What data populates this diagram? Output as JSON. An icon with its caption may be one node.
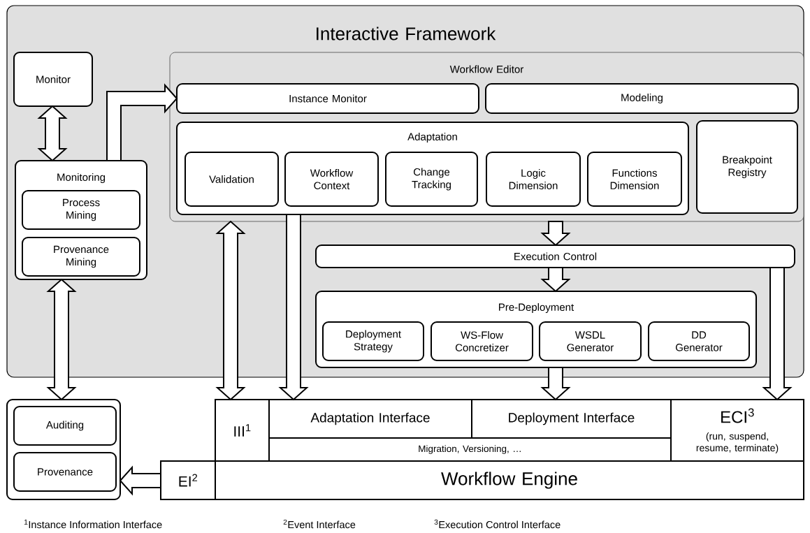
{
  "diagram": {
    "nodes": [
      {
        "text": [
          "Interactive Framework"
        ]
      },
      {
        "text": [
          "Monitor"
        ],
        "in": 0
      },
      {
        "text": [
          "Monitoring"
        ],
        "in": 0
      },
      {
        "text": [
          "Process Mining"
        ],
        "in": 2
      },
      {
        "text": [
          "Provenance Mining"
        ],
        "in": 2
      },
      {
        "text": [
          "Workflow Editor"
        ],
        "in": 0
      },
      {
        "text": [
          "Instance Monitor"
        ],
        "in": 5
      },
      {
        "text": [
          "Modeling"
        ],
        "in": 5
      },
      {
        "text": [
          "Adaptation"
        ],
        "in": 5
      },
      {
        "text": [
          "Validation"
        ],
        "in": 8
      },
      {
        "text": [
          "Workflow Context"
        ],
        "in": 8
      },
      {
        "text": [
          "Change Tracking"
        ],
        "in": 8
      },
      {
        "text": [
          "Logic Dimension"
        ],
        "in": 8
      },
      {
        "text": [
          "Functions Dimension"
        ],
        "in": 8
      },
      {
        "text": [
          "Breakpoint Registry"
        ],
        "in": 5
      },
      {
        "text": [
          "Execution Control"
        ],
        "in": 0
      },
      {
        "text": [
          "Pre-Deployment"
        ],
        "in": 0
      },
      {
        "text": [
          "Deployment Strategy"
        ],
        "in": 16
      },
      {
        "text": [
          "WS-Flow Concretizer"
        ],
        "in": 16
      },
      {
        "text": [
          "WSDL Generator"
        ],
        "in": 16
      },
      {
        "text": [
          "DD Generator"
        ],
        "in": 16
      },
      {
        "text": [],
        "shape": "box"
      },
      {
        "text": [
          "Auditing"
        ],
        "in": 21
      },
      {
        "text": [
          "Provenance"
        ],
        "in": 21
      },
      {
        "text": [
          "III$^{1}$"
        ]
      },
      {
        "text": [
          "Adaptation Interface"
        ]
      },
      {
        "text": [
          "Deployment Interface"
        ]
      },
      {
        "text": [
          "Migration, Versioning, …"
        ]
      },
      {
        "text": [
          "ECI$^{3}$",
          "(run, suspend, resume, terminate)"
        ]
      },
      {
        "text": [
          "EI$^{2}$"
        ]
      },
      {
        "text": [
          "Workflow Engine"
        ]
      }
    ],
    "edges": [
      {
        "from": 1,
        "to": 2,
        "arrow": "both"
      },
      {
        "from": 2,
        "to": 6,
        "arrow": "to"
      },
      {
        "from": 2,
        "to": 21,
        "arrow": "both"
      },
      {
        "from": 24,
        "to": 5,
        "arrow": "both"
      },
      {
        "from": 8,
        "to": 25,
        "arrow": "to"
      },
      {
        "from": 5,
        "to": 15,
        "arrow": "to"
      },
      {
        "from": 15,
        "to": 16,
        "arrow": "to"
      },
      {
        "from": 16,
        "to": 26,
        "arrow": "to"
      },
      {
        "from": 15,
        "to": 28,
        "arrow": "to"
      },
      {
        "from": 29,
        "to": 21,
        "arrow": "to"
      }
    ],
    "labels": [
      "$^{1}$Instance Information Interface",
      "$^{2}$Event Interface",
      "$^{3}$Execution Control Interface"
    ]
  }
}
